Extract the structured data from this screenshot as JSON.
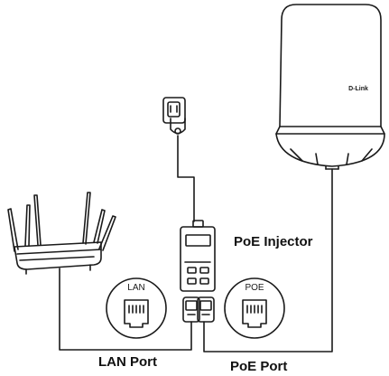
{
  "diagram": {
    "poe_injector_label": "PoE Injector",
    "lan_port_label": "LAN Port",
    "poe_port_label": "PoE Port",
    "lan_jack_label": "LAN",
    "poe_jack_label": "POE",
    "ap_brand": "D-Link"
  },
  "colors": {
    "line": "#1a1a1a",
    "background": "#ffffff"
  },
  "icons": [
    "wall-outlet-icon",
    "router-icon",
    "access-point-icon",
    "poe-injector-icon",
    "ethernet-jack-icon",
    "ethernet-plug-icon"
  ]
}
